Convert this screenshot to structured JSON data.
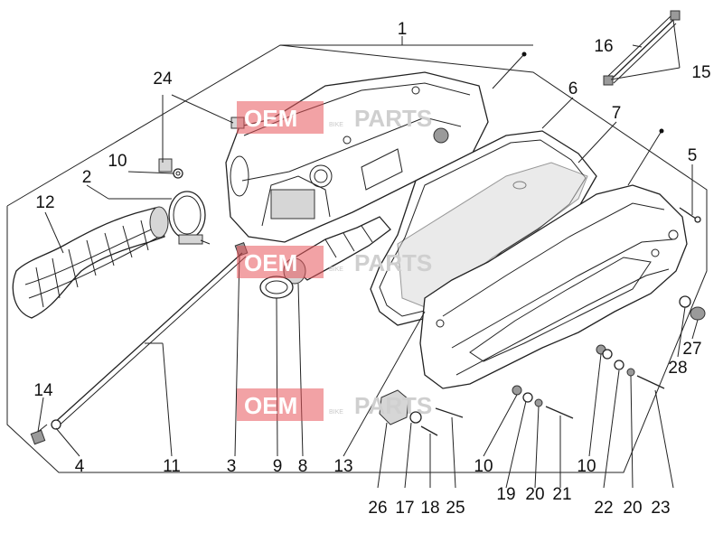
{
  "diagram": {
    "labels": [
      {
        "id": "1",
        "text": "1"
      },
      {
        "id": "2",
        "text": "2"
      },
      {
        "id": "3",
        "text": "3"
      },
      {
        "id": "4",
        "text": "4"
      },
      {
        "id": "5",
        "text": "5"
      },
      {
        "id": "6",
        "text": "6"
      },
      {
        "id": "7",
        "text": "7"
      },
      {
        "id": "8",
        "text": "8"
      },
      {
        "id": "9",
        "text": "9"
      },
      {
        "id": "10a",
        "text": "10"
      },
      {
        "id": "10b",
        "text": "10"
      },
      {
        "id": "10c",
        "text": "10"
      },
      {
        "id": "11",
        "text": "11"
      },
      {
        "id": "12",
        "text": "12"
      },
      {
        "id": "13",
        "text": "13"
      },
      {
        "id": "14",
        "text": "14"
      },
      {
        "id": "15",
        "text": "15"
      },
      {
        "id": "16",
        "text": "16"
      },
      {
        "id": "17",
        "text": "17"
      },
      {
        "id": "18",
        "text": "18"
      },
      {
        "id": "19",
        "text": "19"
      },
      {
        "id": "20a",
        "text": "20"
      },
      {
        "id": "20b",
        "text": "20"
      },
      {
        "id": "21",
        "text": "21"
      },
      {
        "id": "22",
        "text": "22"
      },
      {
        "id": "23",
        "text": "23"
      },
      {
        "id": "24",
        "text": "24"
      },
      {
        "id": "25",
        "text": "25"
      },
      {
        "id": "26",
        "text": "26"
      },
      {
        "id": "27",
        "text": "27"
      },
      {
        "id": "28",
        "text": "28"
      }
    ]
  },
  "watermark": {
    "brand_a": "OEM",
    "brand_b": "PARTS",
    "small": "BIKE"
  },
  "colors": {
    "watermark": "#e8555b",
    "line": "#222222"
  }
}
